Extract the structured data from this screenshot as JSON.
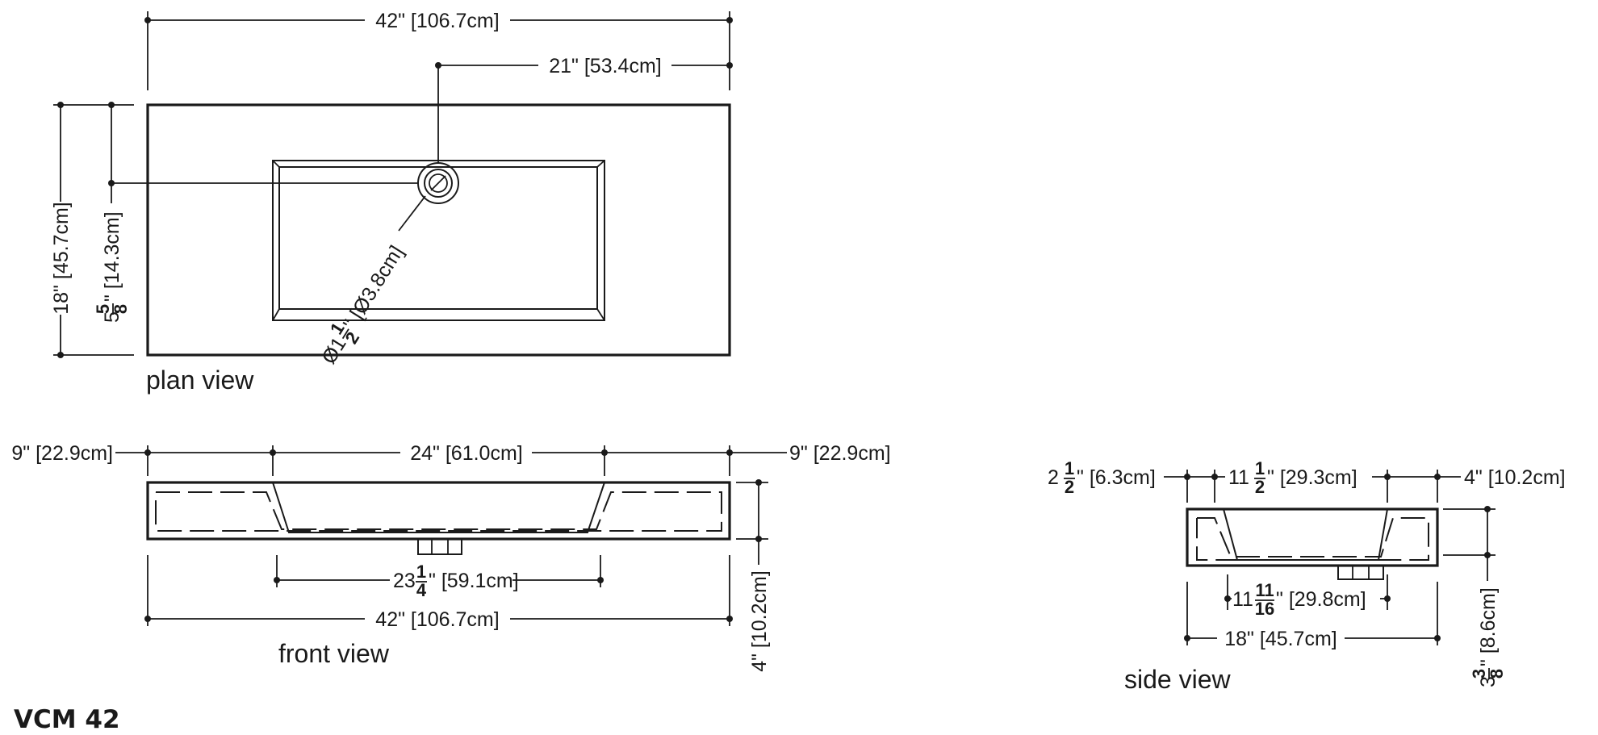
{
  "model": "VCM 42",
  "views": {
    "plan": {
      "caption": "plan view",
      "overall_width": "42\" [106.7cm]",
      "drain_offset": "21\" [53.4cm]",
      "depth": "18\" [45.7cm]",
      "drain_depth_whole": "5",
      "drain_depth_num": "5",
      "drain_depth_den": "8",
      "drain_depth_suffix": "\" [14.3cm]",
      "drain_dia_prefix": "Ø1",
      "drain_dia_num": "1",
      "drain_dia_den": "2",
      "drain_dia_suffix": "\" [Ø3.8cm]"
    },
    "front": {
      "caption": "front view",
      "left_ledge": "9\" [22.9cm]",
      "basin_width": "24\" [61.0cm]",
      "right_ledge": "9\" [22.9cm]",
      "inner_whole": "23",
      "inner_num": "1",
      "inner_den": "4",
      "inner_suffix": "\" [59.1cm]",
      "overall_width": "42\" [106.7cm]",
      "height": "4\" [10.2cm]"
    },
    "side": {
      "caption": "side view",
      "back_whole": "2",
      "back_num": "1",
      "back_den": "2",
      "back_suffix": "\" [6.3cm]",
      "basin_whole": "11",
      "basin_num": "1",
      "basin_den": "2",
      "basin_suffix": "\" [29.3cm]",
      "front_ledge": "4\" [10.2cm]",
      "inner_whole": "11",
      "inner_num": "11",
      "inner_den": "16",
      "inner_suffix": "\" [29.8cm]",
      "overall_depth": "18\" [45.7cm]",
      "height_whole": "3",
      "height_num": "3",
      "height_den": "8",
      "height_suffix": "\" [8.6cm]"
    }
  }
}
